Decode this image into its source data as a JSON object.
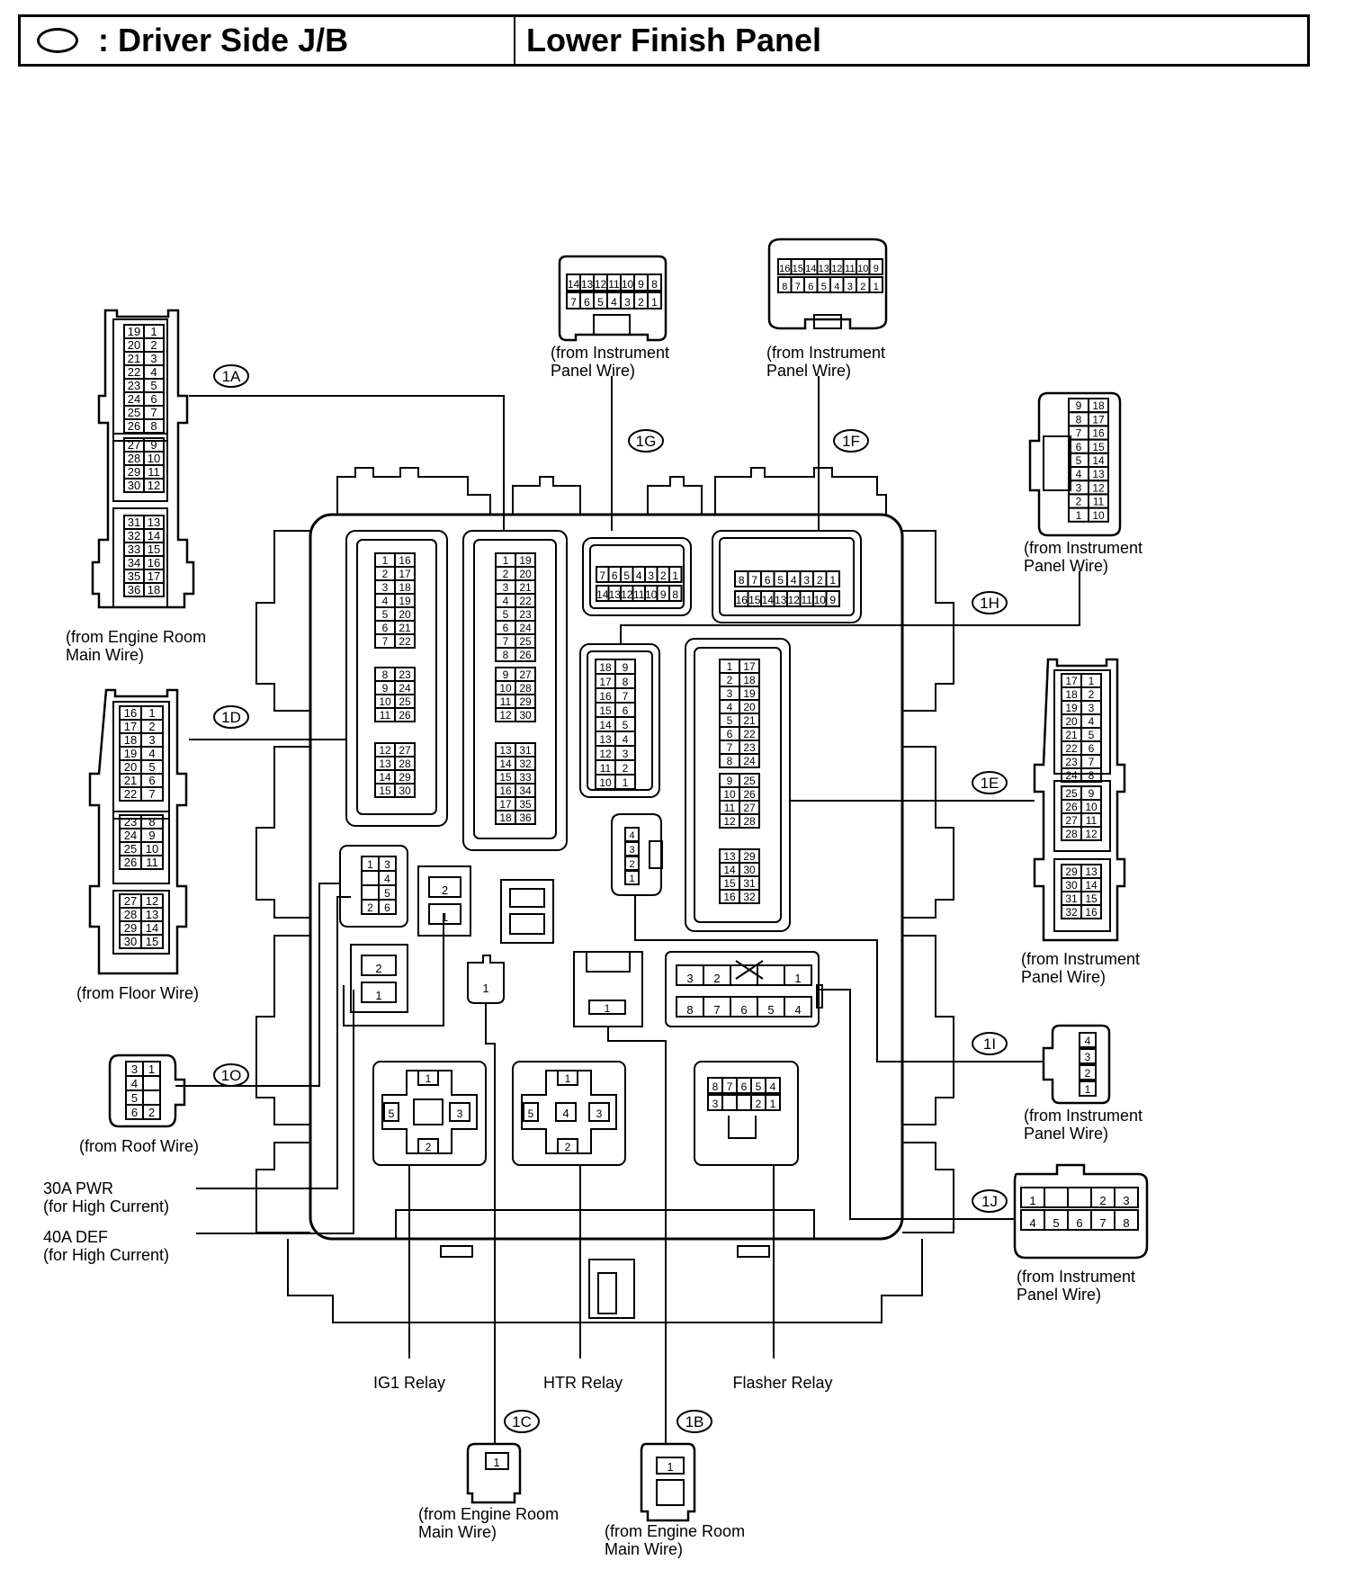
{
  "header": {
    "location": ": Driver Side J/B",
    "title": "Lower Finish Panel"
  },
  "codes": {
    "c1A": "1A",
    "c1B": "1B",
    "c1C": "1C",
    "c1D": "1D",
    "c1E": "1E",
    "c1F": "1F",
    "c1G": "1G",
    "c1H": "1H",
    "c1I": "1I",
    "c1J": "1J",
    "c1O": "1O"
  },
  "labels": {
    "a1": "(from Engine Room",
    "a2": "Main Wire)",
    "d1": "(from Floor Wire)",
    "o1": "(from Roof Wire)",
    "g1": "(from Instrument",
    "g2": "Panel Wire)",
    "f1": "(from Instrument",
    "f2": "Panel Wire)",
    "h1": "(from Instrument",
    "h2": "Panel Wire)",
    "e1": "(from Instrument",
    "e2": "Panel Wire)",
    "i1": "(from Instrument",
    "i2": "Panel Wire)",
    "j1": "(from Instrument",
    "j2": "Panel Wire)",
    "c1": "(from Engine Room",
    "c2": "Main Wire)",
    "b1": "(from Engine Room",
    "b2": "Main Wire)",
    "pwr1": "30A PWR",
    "pwr2": "(for High Current)",
    "def1": "40A DEF",
    "def2": "(for High Current)",
    "ig1": "IG1 Relay",
    "htr": "HTR Relay",
    "flasher": "Flasher Relay"
  },
  "pins": {
    "A_top": [
      [
        "19",
        "1"
      ],
      [
        "20",
        "2"
      ],
      [
        "21",
        "3"
      ],
      [
        "22",
        "4"
      ],
      [
        "23",
        "5"
      ],
      [
        "24",
        "6"
      ],
      [
        "25",
        "7"
      ],
      [
        "26",
        "8"
      ]
    ],
    "A_mid": [
      [
        "27",
        "9"
      ],
      [
        "28",
        "10"
      ],
      [
        "29",
        "11"
      ],
      [
        "30",
        "12"
      ]
    ],
    "A_bot": [
      [
        "31",
        "13"
      ],
      [
        "32",
        "14"
      ],
      [
        "33",
        "15"
      ],
      [
        "34",
        "16"
      ],
      [
        "35",
        "17"
      ],
      [
        "36",
        "18"
      ]
    ],
    "D_top": [
      [
        "16",
        "1"
      ],
      [
        "17",
        "2"
      ],
      [
        "18",
        "3"
      ],
      [
        "19",
        "4"
      ],
      [
        "20",
        "5"
      ],
      [
        "21",
        "6"
      ],
      [
        "22",
        "7"
      ]
    ],
    "D_mid": [
      [
        "23",
        "8"
      ],
      [
        "24",
        "9"
      ],
      [
        "25",
        "10"
      ],
      [
        "26",
        "11"
      ]
    ],
    "D_bot": [
      [
        "27",
        "12"
      ],
      [
        "28",
        "13"
      ],
      [
        "29",
        "14"
      ],
      [
        "30",
        "15"
      ]
    ],
    "jA_top": [
      [
        "1",
        "16"
      ],
      [
        "2",
        "17"
      ],
      [
        "3",
        "18"
      ],
      [
        "4",
        "19"
      ],
      [
        "5",
        "20"
      ],
      [
        "6",
        "21"
      ],
      [
        "7",
        "22"
      ]
    ],
    "jA_mid": [
      [
        "8",
        "23"
      ],
      [
        "9",
        "24"
      ],
      [
        "10",
        "25"
      ],
      [
        "11",
        "26"
      ]
    ],
    "jA_bot": [
      [
        "12",
        "27"
      ],
      [
        "13",
        "28"
      ],
      [
        "14",
        "29"
      ],
      [
        "15",
        "30"
      ]
    ],
    "jB_top": [
      [
        "1",
        "19"
      ],
      [
        "2",
        "20"
      ],
      [
        "3",
        "21"
      ],
      [
        "4",
        "22"
      ],
      [
        "5",
        "23"
      ],
      [
        "6",
        "24"
      ],
      [
        "7",
        "25"
      ],
      [
        "8",
        "26"
      ]
    ],
    "jB_mid": [
      [
        "9",
        "27"
      ],
      [
        "10",
        "28"
      ],
      [
        "11",
        "29"
      ],
      [
        "12",
        "30"
      ]
    ],
    "jB_bot": [
      [
        "13",
        "31"
      ],
      [
        "14",
        "32"
      ],
      [
        "15",
        "33"
      ],
      [
        "16",
        "34"
      ],
      [
        "17",
        "35"
      ],
      [
        "18",
        "36"
      ]
    ],
    "jE_top": [
      [
        "1",
        "17"
      ],
      [
        "2",
        "18"
      ],
      [
        "3",
        "19"
      ],
      [
        "4",
        "20"
      ],
      [
        "5",
        "21"
      ],
      [
        "6",
        "22"
      ],
      [
        "7",
        "23"
      ],
      [
        "8",
        "24"
      ]
    ],
    "jE_mid": [
      [
        "9",
        "25"
      ],
      [
        "10",
        "26"
      ],
      [
        "11",
        "27"
      ],
      [
        "12",
        "28"
      ]
    ],
    "jE_bot": [
      [
        "13",
        "29"
      ],
      [
        "14",
        "30"
      ],
      [
        "15",
        "31"
      ],
      [
        "16",
        "32"
      ]
    ],
    "jH": [
      [
        "18",
        "9"
      ],
      [
        "17",
        "8"
      ],
      [
        "16",
        "7"
      ],
      [
        "15",
        "6"
      ],
      [
        "14",
        "5"
      ],
      [
        "13",
        "4"
      ],
      [
        "12",
        "3"
      ],
      [
        "11",
        "2"
      ],
      [
        "10",
        "1"
      ]
    ],
    "H_ext": [
      [
        "9",
        "18"
      ],
      [
        "8",
        "17"
      ],
      [
        "7",
        "16"
      ],
      [
        "6",
        "15"
      ],
      [
        "5",
        "14"
      ],
      [
        "4",
        "13"
      ],
      [
        "3",
        "12"
      ],
      [
        "2",
        "11"
      ],
      [
        "1",
        "10"
      ]
    ],
    "E_top": [
      [
        "17",
        "1"
      ],
      [
        "18",
        "2"
      ],
      [
        "19",
        "3"
      ],
      [
        "20",
        "4"
      ],
      [
        "21",
        "5"
      ],
      [
        "22",
        "6"
      ],
      [
        "23",
        "7"
      ],
      [
        "24",
        "8"
      ]
    ],
    "E_mid": [
      [
        "25",
        "9"
      ],
      [
        "26",
        "10"
      ],
      [
        "27",
        "11"
      ],
      [
        "28",
        "12"
      ]
    ],
    "E_bot": [
      [
        "29",
        "13"
      ],
      [
        "30",
        "14"
      ],
      [
        "31",
        "15"
      ],
      [
        "32",
        "16"
      ]
    ],
    "G_top": [
      "14",
      "13",
      "12",
      "11",
      "10",
      "9",
      "8"
    ],
    "G_bot": [
      "7",
      "6",
      "5",
      "4",
      "3",
      "2",
      "1"
    ],
    "F_top": [
      "16",
      "15",
      "14",
      "13",
      "12",
      "11",
      "10",
      "9"
    ],
    "F_bot": [
      "8",
      "7",
      "6",
      "5",
      "4",
      "3",
      "2",
      "1"
    ],
    "jG_top": [
      "7",
      "6",
      "5",
      "4",
      "3",
      "2",
      "1"
    ],
    "jG_bot": [
      "14",
      "13",
      "12",
      "11",
      "10",
      "9",
      "8"
    ],
    "jF_top": [
      "8",
      "7",
      "6",
      "5",
      "4",
      "3",
      "2",
      "1"
    ],
    "jF_bot": [
      "16",
      "15",
      "14",
      "13",
      "12",
      "11",
      "10",
      "9"
    ],
    "O": [
      [
        "3",
        "1"
      ],
      [
        "4",
        ""
      ],
      [
        "5",
        ""
      ],
      [
        "6",
        "2"
      ]
    ],
    "jO": [
      [
        "1",
        "3"
      ],
      [
        "",
        "4"
      ],
      [
        "",
        "5"
      ],
      [
        "2",
        "6"
      ]
    ],
    "I": [
      "4",
      "3",
      "2",
      "1"
    ],
    "J_top": [
      "1",
      "",
      "",
      "2",
      "3"
    ],
    "J_bot": [
      "4",
      "5",
      "6",
      "7",
      "8"
    ],
    "jJ_top": [
      "3",
      "2",
      "",
      "",
      "1"
    ],
    "jJ_bot": [
      "8",
      "7",
      "6",
      "5",
      "4"
    ],
    "flasher_top": [
      "8",
      "7",
      "6",
      "5",
      "4"
    ],
    "flasher_bot": [
      "3",
      "",
      "",
      "2",
      "1"
    ],
    "pwr": [
      "2",
      "1"
    ],
    "def": [
      "2",
      "1"
    ],
    "single": "1",
    "ig1": [
      "1",
      "5",
      "3",
      "2"
    ],
    "htr": [
      "1",
      "5",
      "4",
      "3",
      "2"
    ]
  }
}
